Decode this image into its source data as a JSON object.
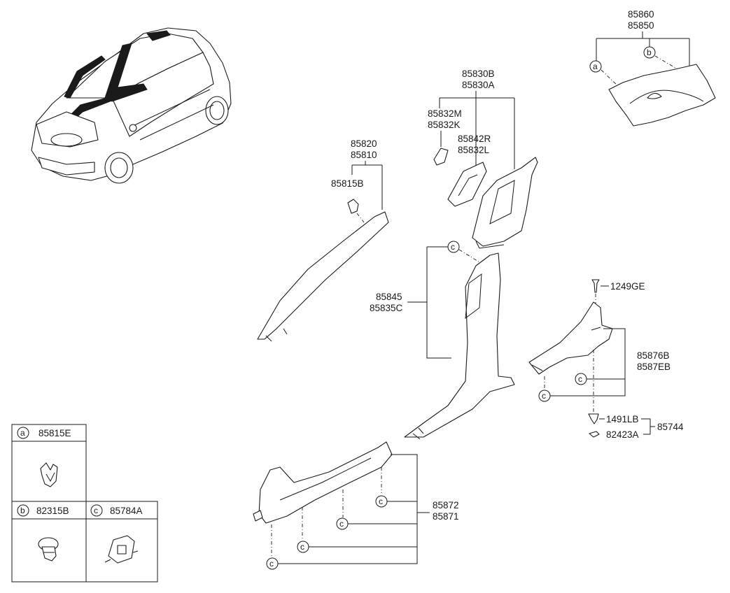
{
  "labels": {
    "p85860": "85860",
    "p85850": "85850",
    "p85830B": "85830B",
    "p85830A": "85830A",
    "p85832M": "85832M",
    "p85832K": "85832K",
    "p85842R": "85842R",
    "p85832L": "85832L",
    "p85820": "85820",
    "p85810": "85810",
    "p85815B": "85815B",
    "p85845": "85845",
    "p85835C": "85835C",
    "p1249GE": "1249GE",
    "p85876B": "85876B",
    "p85876EB": "8587EB",
    "p1491LB": "1491LB",
    "p85744": "85744",
    "p82423A": "82423A",
    "p85872": "85872",
    "p85871": "85871"
  },
  "callouts": {
    "a": "a",
    "b": "b",
    "c": "c"
  },
  "legend": [
    {
      "letter": "a",
      "part": "85815E"
    },
    {
      "letter": "b",
      "part": "82315B"
    },
    {
      "letter": "c",
      "part": "85784A"
    }
  ]
}
